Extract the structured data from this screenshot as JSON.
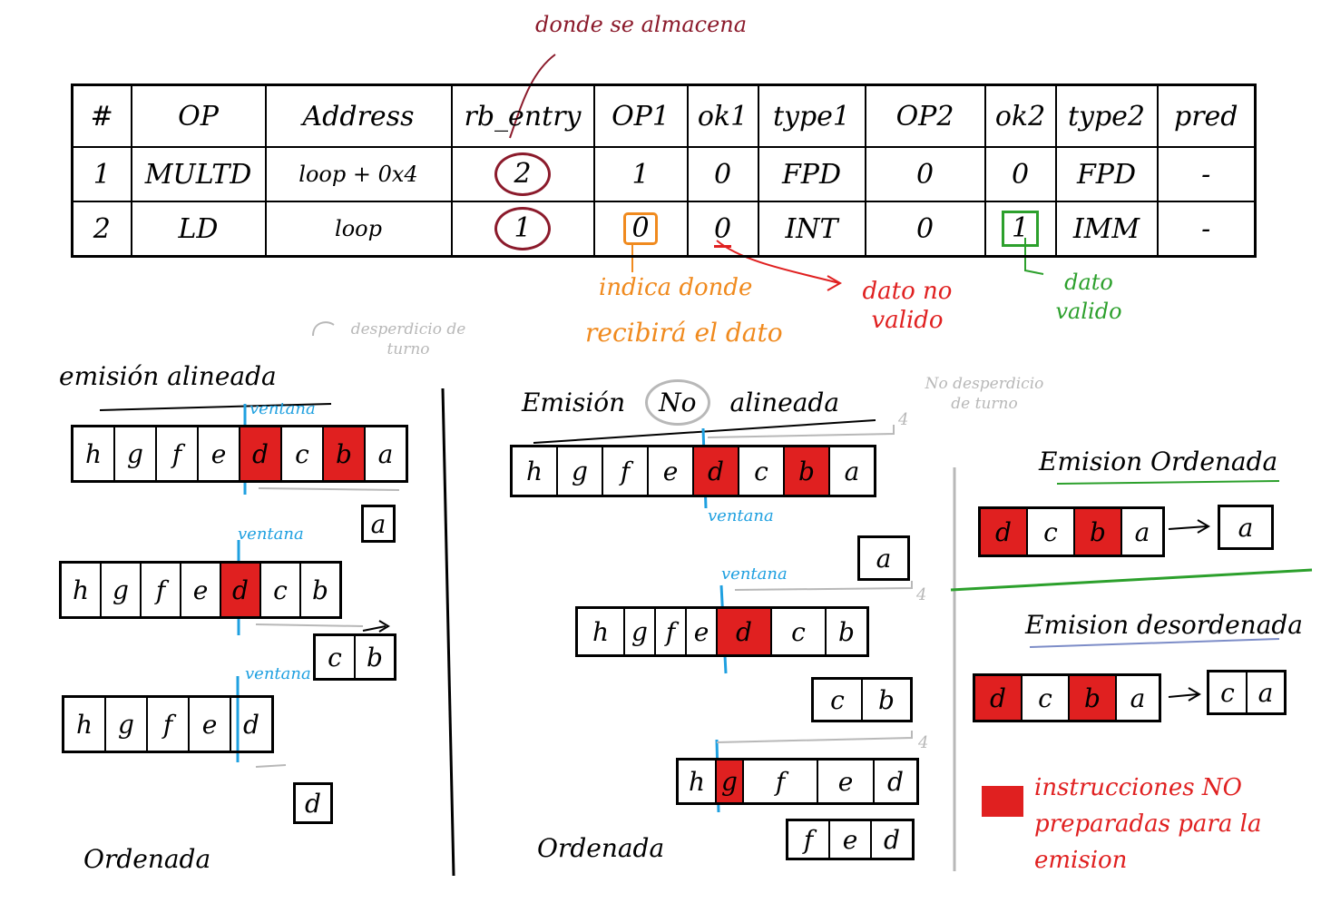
{
  "annotations": {
    "donde_se_almacena": "donde se almacena",
    "indica_donde": "indica donde",
    "recibira_el_dato": "recibirá el dato",
    "dato_no_valido": "dato no valido",
    "dato_valido": "dato valido",
    "desperdicio_turno": "desperdicio de turno",
    "no_desperdicio_turno": "No desperdicio de turno",
    "ventana": "ventana",
    "instrucciones_no_preparadas": "instrucciones NO preparadas para la emision"
  },
  "colors": {
    "ready_red": "#E02020",
    "window_blue": "#1FA0E0",
    "rob_circle": "#8B1A2B",
    "orange": "#F08A1E",
    "green": "#2CA02C",
    "grey": "#B8B8B8",
    "lavender": "#7D8DC8"
  },
  "table": {
    "headers": [
      "#",
      "OP",
      "Address",
      "rb_entry",
      "OP1",
      "ok1",
      "type1",
      "OP2",
      "ok2",
      "type2",
      "pred"
    ],
    "rows": [
      [
        "1",
        "MULTD",
        "loop + 0x4",
        "2",
        "1",
        "0",
        "FPD",
        "0",
        "0",
        "FPD",
        "-"
      ],
      [
        "2",
        "LD",
        "loop",
        "1",
        "0",
        "0",
        "INT",
        "0",
        "1",
        "IMM",
        "-"
      ]
    ]
  },
  "aligned": {
    "title": "emisión alineada",
    "footer": "Ordenada",
    "q1": [
      "h",
      "g",
      "f",
      "e",
      "d",
      "c",
      "b",
      "a"
    ],
    "q1_out": [
      "a"
    ],
    "q2": [
      "h",
      "g",
      "f",
      "e",
      "d",
      "c",
      "b"
    ],
    "q2_out": [
      "c",
      "b"
    ],
    "q3": [
      "h",
      "g",
      "f",
      "e",
      "d"
    ],
    "q3_out": [
      "d"
    ]
  },
  "unaligned": {
    "title_pre": "Emisión",
    "title_no": "No",
    "title_post": "alineada",
    "footer": "Ordenada",
    "window_count": "4",
    "q1": [
      "h",
      "g",
      "f",
      "e",
      "d",
      "c",
      "b",
      "a"
    ],
    "q1_out": [
      "a"
    ],
    "q2": [
      "h",
      "g",
      "f",
      "e",
      "d",
      "c",
      "b"
    ],
    "q2_out": [
      "c",
      "b"
    ],
    "q3": [
      "h",
      "g",
      "f",
      "e",
      "d"
    ],
    "q3_out": [
      "f",
      "e",
      "d"
    ]
  },
  "ordered": {
    "title": "Emision Ordenada",
    "q": [
      "d",
      "c",
      "b",
      "a"
    ],
    "out": [
      "a"
    ],
    "arrow": "->"
  },
  "unordered": {
    "title": "Emision desordenada",
    "q": [
      "d",
      "c",
      "b",
      "a"
    ],
    "out": [
      "c",
      "a"
    ],
    "arrow": "->"
  }
}
